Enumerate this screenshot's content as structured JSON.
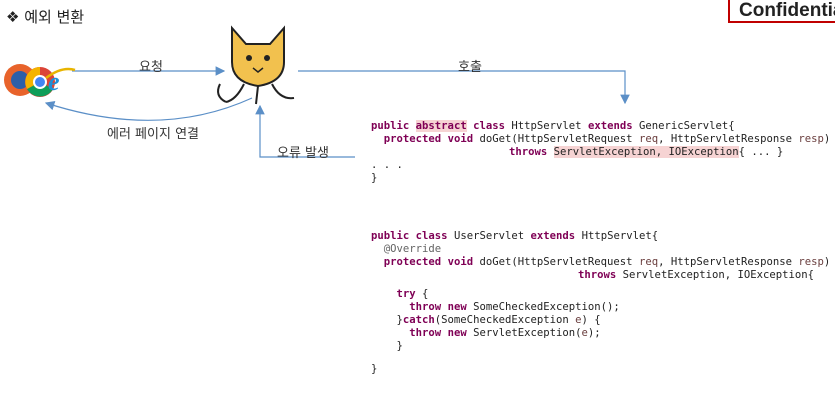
{
  "title": "❖ 예외 변환",
  "confidential": "Confidential",
  "diagram": {
    "request_label": "요청",
    "call_label": "호출",
    "error_page_label": "에러 페이지 연결",
    "error_occurs_label": "오류 발생",
    "browser_icon": "browser-icons",
    "server_icon": "tomcat-cat-icon"
  },
  "code_abstract": {
    "l1_kw1": "public",
    "l1_kw2": "abstract",
    "l1_kw3": "class",
    "l1_t1": "HttpServlet",
    "l1_kw4": "extends",
    "l1_t2": "GenericServlet{",
    "l2_kw1": "protected",
    "l2_kw2": "void",
    "l2_t1": "doGet(HttpServletRequest",
    "l2_p1": "req",
    "l2_t2": ", HttpServletResponse",
    "l2_p2": "resp",
    "l2_t3": ")",
    "l3_kw": "throws",
    "l3_hl": "ServletException, IOException",
    "l3_t": "{ ... }",
    "l4": ". . .",
    "l5": "}"
  },
  "code_user": {
    "l1_kw1": "public",
    "l1_kw2": "class",
    "l1_t1": "UserServlet",
    "l1_kw3": "extends",
    "l1_t2": "HttpServlet{",
    "l2_ann": "@Override",
    "l3_kw1": "protected",
    "l3_kw2": "void",
    "l3_t1": "doGet(HttpServletRequest",
    "l3_p1": "req",
    "l3_t2": ", HttpServletResponse",
    "l3_p2": "resp",
    "l3_t3": ")",
    "l4_kw": "throws",
    "l4_t": "ServletException, IOException{",
    "l5_kw": "try",
    "l5_t": "{",
    "l6_kw1": "throw",
    "l6_kw2": "new",
    "l6_t": "SomeCheckedException();",
    "l7_t1": "}",
    "l7_kw": "catch",
    "l7_t2": "(SomeCheckedException",
    "l7_p": "e",
    "l7_t3": ") {",
    "l8_kw1": "throw",
    "l8_kw2": "new",
    "l8_t1": "ServletException(",
    "l8_p": "e",
    "l8_t2": ");",
    "l9": "}",
    "l10": "}"
  }
}
